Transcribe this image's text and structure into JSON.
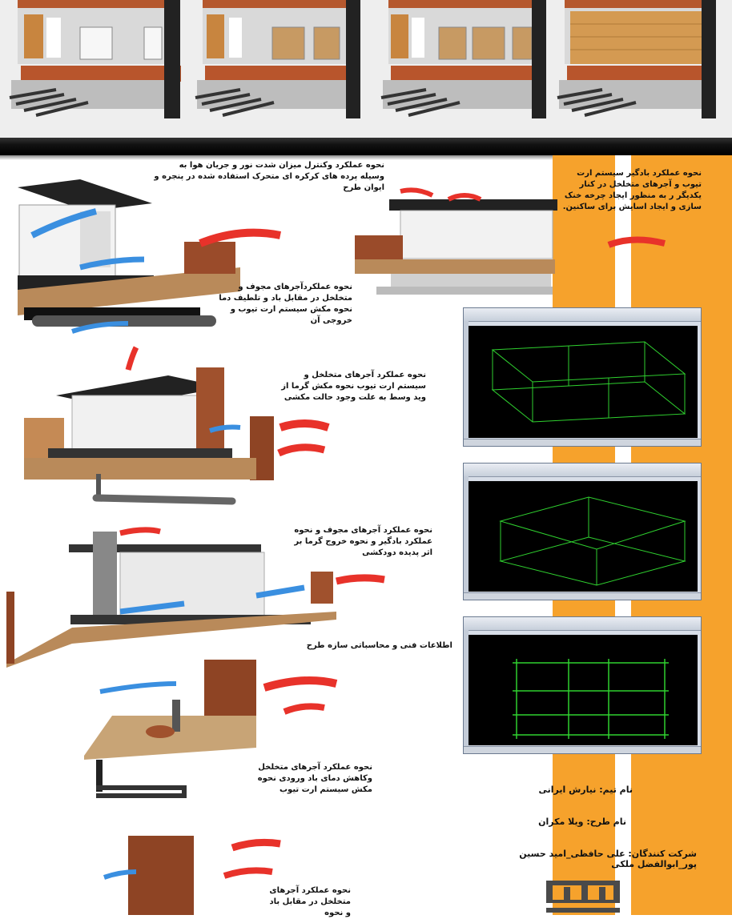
{
  "captions": {
    "cap1": "نحوه عملکرد وکنترل میزان شدت نور و جریان هوا به وسیله پرده های کرکره ای متحرک استفاده شده در پنجره و ایوان طرح",
    "cap2": "نحوه عملکرد بادگیر سیستم ارت تیوب و آجرهای متخلخل در کنار یکدیگر ر به منظور ایجاد چرخه خنک سازی و ایجاد اسایش برای ساکنین.",
    "cap3": "نحوه عملکردآجرهای مجوف و متخلخل در مقابل باد و تلطیف دما نحوه مکش سیستم ارت تیوب و خروجی آن",
    "cap4": "نحوه عملکرد آجرهای متخلخل و سیستم ارت تیوب نحوه مکش گرما از وید وسط به علت وجود حالت مکشی",
    "cap5": "نحوه عملکرد آجرهای مجوف و نحوه عملکرد بادگیر و نحوه خروج گرما بر اثر پدیده دودکشی",
    "cap6": "اطلاعات فنی و محاسباتی سازه طرح",
    "cap7": "نحوه عملکرد آجرهای متخلخل وکاهش دمای باد ورودی نحوه مکش سیستم ارت تیوب",
    "cap8": "نحوه عملکرد آجرهای متخلخل در مقابل باد و نحوه"
  },
  "team": {
    "team_name": "نام تیم: نیارش ایرانی",
    "project_name": "نام طرح: ویلا مکران",
    "participants": "شرکت کنندگان: علی حافظی_امید حسین پور_ابوالفضل ملکی"
  },
  "colors": {
    "accent_orange": "#f6a22c",
    "hot_air": "#e8322a",
    "cool_air": "#3a8fe0",
    "brick": "#a0512d",
    "structure_green": "#2fd12f"
  }
}
